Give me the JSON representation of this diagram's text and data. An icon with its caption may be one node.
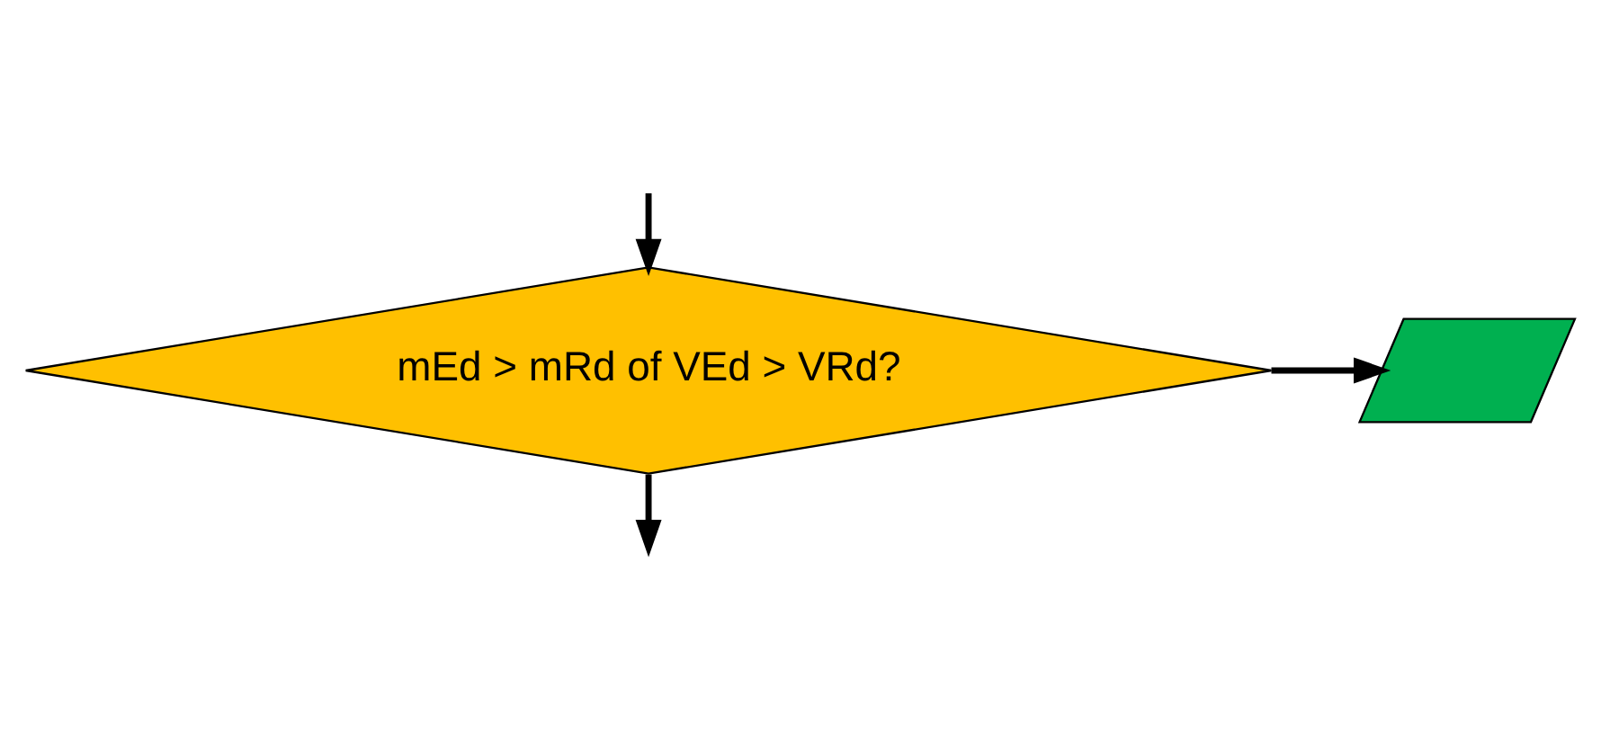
{
  "diagram": {
    "nodes": [
      {
        "text": [
          "mEd > mRd of VEd > VRd?"
        ]
      },
      {
        "text": [],
        "shape": "parallelogram"
      }
    ],
    "edges": [
      {
        "from": null,
        "to": 0,
        "arrow": "to"
      },
      {
        "from": 0,
        "to": 1,
        "arrow": "to"
      },
      {
        "from": 0,
        "to": null,
        "arrow": "to"
      }
    ]
  }
}
